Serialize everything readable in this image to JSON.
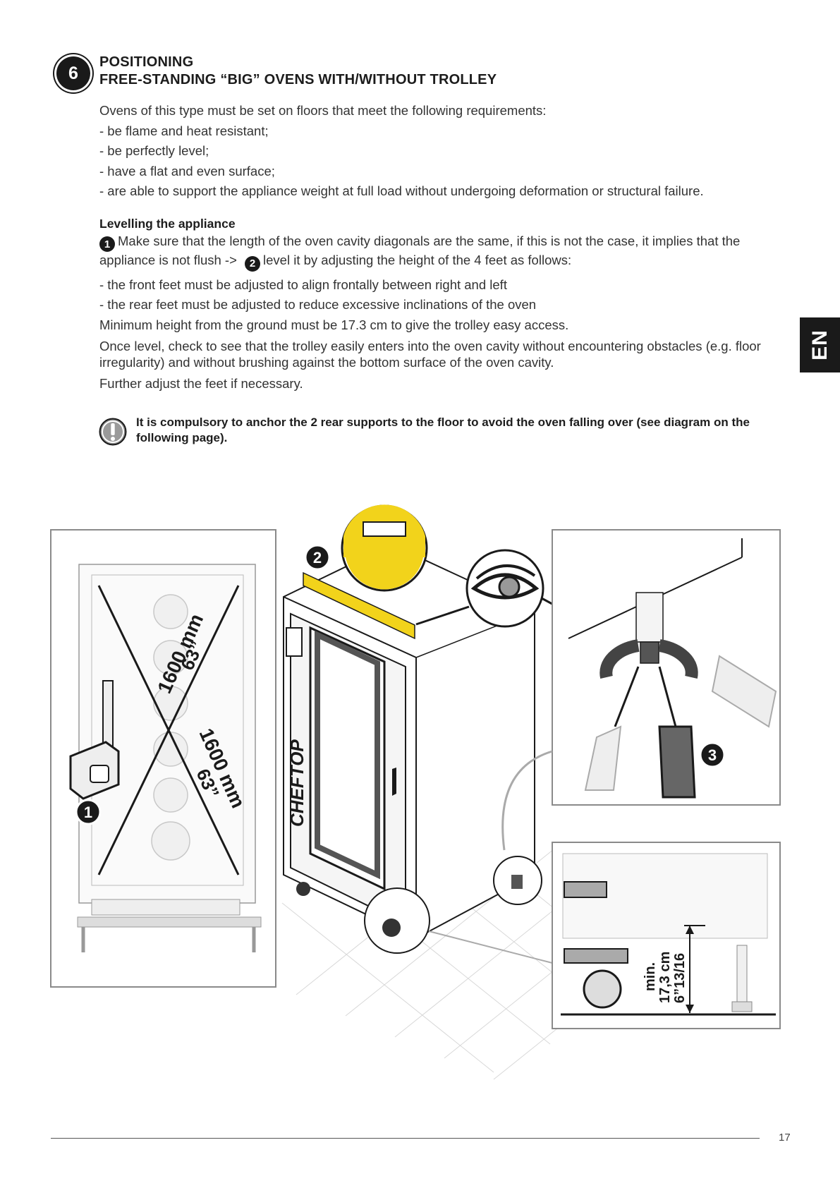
{
  "section": {
    "number": "6",
    "title_line1": "POSITIONING",
    "title_line2": "FREE-STANDING “BIG” OVENS WITH/WITHOUT TROLLEY"
  },
  "intro": "Ovens of this type must be set on floors that meet the following requirements:",
  "requirements": [
    "- be flame and heat resistant;",
    "- be perfectly level;",
    "- have a flat and even surface;",
    "- are able to support the appliance weight at full load without undergoing deformation or structural failure."
  ],
  "levelling": {
    "heading": "Levelling the appliance",
    "step1_badge": "1",
    "step1_text": "Make sure that the length of the oven cavity diagonals are the same, if this is not the case, it implies that the appliance is not flush ->",
    "step2_badge": "2",
    "step2_text": "level it by adjusting the height of the 4 feet as follows:",
    "bullets": [
      "- the front feet must be adjusted to align frontally between right and left",
      "- the rear feet must be adjusted to reduce excessive inclinations of the oven"
    ],
    "min_height": "Minimum height from the ground must be 17.3 cm to give the trolley easy access.",
    "check": "Once level, check to see that the trolley easily enters into the oven cavity without encountering obstacles (e.g. floor irregularity) and without brushing against the bottom surface of the oven cavity.",
    "further": "Further adjust the feet if necessary."
  },
  "warning": "It is compulsory to anchor the 2 rear supports to the floor to avoid the oven falling over (see diagram on the following page).",
  "language_tab": "EN",
  "figure": {
    "diag1_mm": "1600 mm",
    "diag1_in": "63”",
    "diag2_mm": "1600 mm",
    "diag2_in": "63”",
    "callout1": "1",
    "callout2": "2",
    "callout3": "3",
    "brand": "CHEFTOP",
    "min_label": "min.",
    "min_cm": "17,3 cm",
    "min_in": "6”13/16"
  },
  "page_number": "17",
  "colors": {
    "ink": "#1a1a1a",
    "level_yellow": "#f2d31b",
    "line_gray": "#8a8a8a"
  }
}
